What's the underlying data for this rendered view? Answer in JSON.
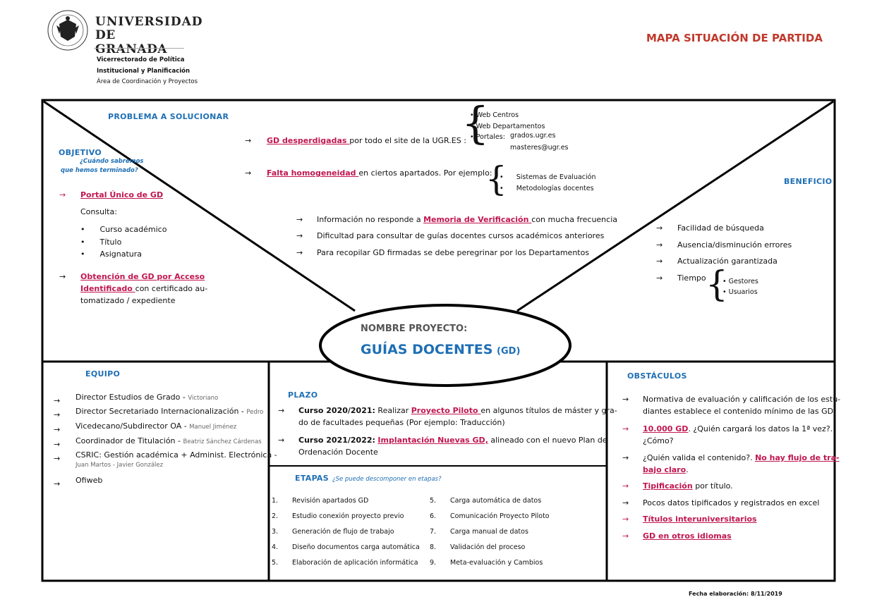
{
  "header": {
    "university_line1": "UNIVERSIDAD",
    "university_line2": "DE GRANADA",
    "dept_line1": "Vicerrectorado de Política",
    "dept_line2": "Institucional y Planificación",
    "dept_line3": "Área de Coordinación y Proyectos",
    "map_title": "MAPA SITUACIÓN DE PARTIDA"
  },
  "problema": {
    "title": "PROBLEMA A SOLUCIONAR",
    "gd_hl": "GD desperdigadas ",
    "gd_rest": "por todo el site de la UGR.ES :",
    "web_items": [
      "Web Centros",
      "Web Departamentos",
      "Portales:"
    ],
    "portal1": "grados.ugr.es",
    "portal2": "masteres@ugr.es",
    "falta_hl": "Falta homogeneidad ",
    "falta_rest": "en ciertos apartados. Por ejemplo:",
    "falta_items": [
      "Sistemas de Evaluación",
      "Metodologías docentes"
    ],
    "info_pre": "Información no responde a ",
    "info_hl": "Memoria de Verificación ",
    "info_post": "con mucha frecuencia",
    "dificultad": "Dificultad para consultar de guías docentes cursos académicos anteriores",
    "recopilar": "Para recopilar GD firmadas se debe peregrinar por los Departamentos"
  },
  "objetivo": {
    "title": "OBJETIVO",
    "subtitle1": "¿Cuándo sabremos",
    "subtitle2": "que hemos terminado?",
    "portal_hl": "Portal Único de GD",
    "consulta": "Consulta:",
    "consulta_items": [
      "Curso académico",
      "Título",
      "Asignatura"
    ],
    "obt_hl1": "Obtención de GD por Acceso",
    "obt_hl2": "Identificado ",
    "obt_rest1": "con certificado au-",
    "obt_rest2": "tomatizado / expediente"
  },
  "beneficio": {
    "title": "BENEFICIO",
    "items": [
      "Facilidad de búsqueda",
      "Ausencia/disminución errores",
      "Actualización garantizada",
      "Tiempo"
    ],
    "tiempo_items": [
      "Gestores",
      "Usuarios"
    ]
  },
  "proyecto": {
    "label": "NOMBRE PROYECTO:",
    "name": "GUÍAS DOCENTES",
    "abbr": "(GD)"
  },
  "equipo": {
    "title": "EQUIPO",
    "members": [
      {
        "role": "Director Estudios de Grado - ",
        "name": "Victoriano"
      },
      {
        "role": "Director Secretariado Internacionalización - ",
        "name": "Pedro"
      },
      {
        "role": "Vicedecano/Subdirector OA - ",
        "name": "Manuel Jiménez"
      },
      {
        "role": "Coordinador de Titulación - ",
        "name": "Beatriz Sánchez Cárdenas"
      },
      {
        "role": "CSRIC: Gestión académica + Administ. Electrónica -",
        "name": "Juan Martos - Javier González"
      },
      {
        "role": "Ofiweb",
        "name": ""
      }
    ]
  },
  "plazo": {
    "title": "PLAZO",
    "c1_label": "Curso 2020/2021:",
    "c1_pre": " Realizar ",
    "c1_hl": "Proyecto Piloto ",
    "c1_post": "en algunos títulos de máster y gra-",
    "c1_line2": "do de facultades pequeñas (Por ejemplo: Traducción)",
    "c2_label": "Curso 2021/2022:",
    "c2_hl": "Implantación Nuevas GD,",
    "c2_post": " alineado con el nuevo Plan de",
    "c2_line2": "Ordenación Docente"
  },
  "etapas": {
    "title": "ETAPAS",
    "subtitle": "¿Se puede descomponer  en etapas?",
    "col1": [
      {
        "n": "1.",
        "text": "Revisión apartados GD"
      },
      {
        "n": "2.",
        "text": "Estudio conexión proyecto previo"
      },
      {
        "n": "3.",
        "text": "Generación de flujo de trabajo"
      },
      {
        "n": "4.",
        "text": "Diseño documentos carga automática"
      },
      {
        "n": "5.",
        "text": "Elaboración de aplicación informática"
      }
    ],
    "col2": [
      {
        "n": "5.",
        "text": "Carga automática de datos"
      },
      {
        "n": "6.",
        "text": "Comunicación Proyecto Piloto"
      },
      {
        "n": "7.",
        "text": "Carga manual de datos"
      },
      {
        "n": "8.",
        "text": "Validación del proceso"
      },
      {
        "n": "9.",
        "text": "Meta-evaluación y Cambios"
      }
    ]
  },
  "obstaculos": {
    "title": "OBSTÁCULOS",
    "normativa1": "Normativa de evaluación y calificación de los estu-",
    "normativa2": "diantes establece el contenido mínimo de las GD",
    "gd_hl": "10.000 GD",
    "gd_rest": ". ¿Quién cargará los datos la 1ª vez?.",
    "gd_line2": "¿Cómo?",
    "valida_pre": "¿Quién valida el contenido?. ",
    "valida_hl1": "No hay flujo de tra-",
    "valida_hl2": "bajo claro",
    "valida_end": ".",
    "tip_hl": "Tipificación",
    "tip_rest": " por título.",
    "pocos": "Pocos datos tipificados y registrados en excel",
    "titulos_hl": "Títulos interuniversitarios",
    "idiomas_hl": "GD en otros idiomas"
  },
  "footer": {
    "fecha": "Fecha elaboración: 8/11/2019"
  },
  "arrow_glyph": "→",
  "bullet_glyph": "•"
}
